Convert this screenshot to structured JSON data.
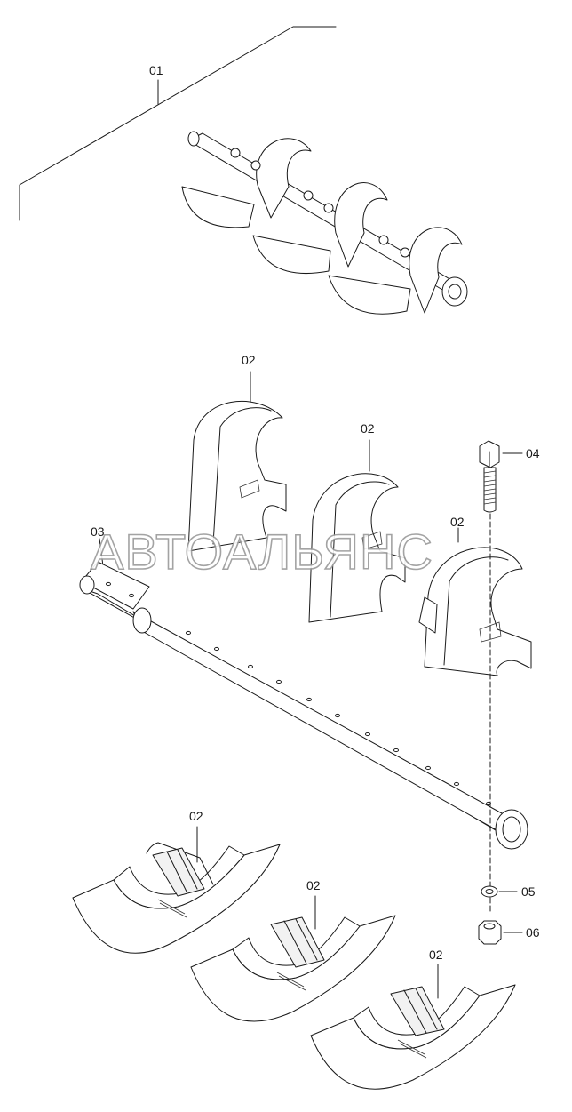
{
  "labels": {
    "assembly": "01",
    "flight_segment_a": "02",
    "flight_segment_b": "02",
    "flight_segment_c": "02",
    "flight_segment_d": "02",
    "flight_segment_e": "02",
    "flight_segment_f": "02",
    "shaft": "03",
    "bolt": "04",
    "washer": "05",
    "nut": "06"
  },
  "watermark": "АВТОАЛЬЯНС",
  "colors": {
    "line": "#1a1a1a",
    "watermark_stroke": "#9a9a9a",
    "background": "#ffffff"
  }
}
